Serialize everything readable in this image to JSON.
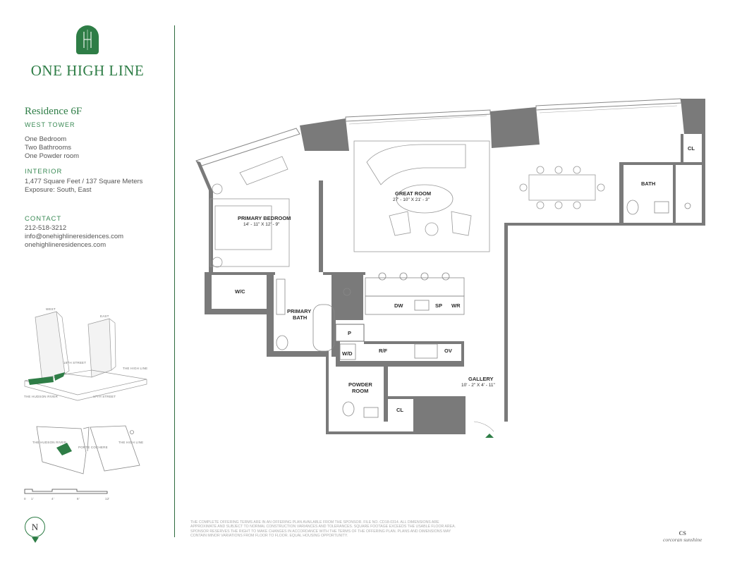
{
  "brand": {
    "logo_monogram": "H",
    "name": "ONE HIGH LINE"
  },
  "residence": {
    "title": "Residence 6F",
    "tower": "WEST TOWER",
    "config": [
      "One Bedroom",
      "Two Bathrooms",
      "One Powder room"
    ]
  },
  "interior": {
    "heading": "INTERIOR",
    "area": "1,477 Square Feet / 137 Square Meters",
    "exposure": "Exposure: South, East"
  },
  "contact": {
    "heading": "CONTACT",
    "phone": "212-518-3212",
    "email": "info@onehighlineresidences.com",
    "website": "onehighlineresidences.com"
  },
  "key_plan": {
    "west": "WEST",
    "east": "EAST",
    "street_18": "18TH STREET",
    "street_17": "17TH STREET",
    "hudson": "THE HUDSON RIVER",
    "high_line": "THE HIGH LINE",
    "porte_cochere": "PORTE COCHERE"
  },
  "scale_bar": {
    "ticks": [
      "0",
      "1'",
      "4'",
      "8'",
      "12'"
    ]
  },
  "compass": {
    "label": "N"
  },
  "rooms": {
    "great_room": {
      "name": "GREAT ROOM",
      "dim": "27' - 10\" X 21' - 3\""
    },
    "primary_bedroom": {
      "name": "PRIMARY BEDROOM",
      "dim": "14' - 11\" X 12' - 9\""
    },
    "wic": "W/C",
    "primary_bath_l1": "PRIMARY",
    "primary_bath_l2": "BATH",
    "bath": "BATH",
    "cl_1": "CL",
    "cl_2": "CL",
    "p": "P",
    "wd": "W/D",
    "rf": "R/F",
    "ov": "OV",
    "dw": "DW",
    "sp": "SP",
    "wr": "WR",
    "powder_l1": "POWDER",
    "powder_l2": "ROOM",
    "gallery": {
      "name": "GALLERY",
      "dim": "10' - 2\" X 4' - 11\""
    }
  },
  "disclaimer": "The complete offering terms are in an offering plan available from the sponsor. File No. CD18-0314. All dimensions are approximate and subject to normal construction variances and tolerances. Square footage exceeds the usable floor area. Sponsor reserves the right to make changes in accordance with the terms of the offering plan. Plans and dimensions may contain minor variations from floor to floor. Equal Housing Opportunity.",
  "broker": {
    "mark": "CS",
    "name": "corcoran sunshine"
  },
  "colors": {
    "brand_green": "#2e7d46",
    "wall": "#6d6d6d",
    "wall_fill": "#7a7a7a",
    "window_line": "#9a9a9a"
  }
}
